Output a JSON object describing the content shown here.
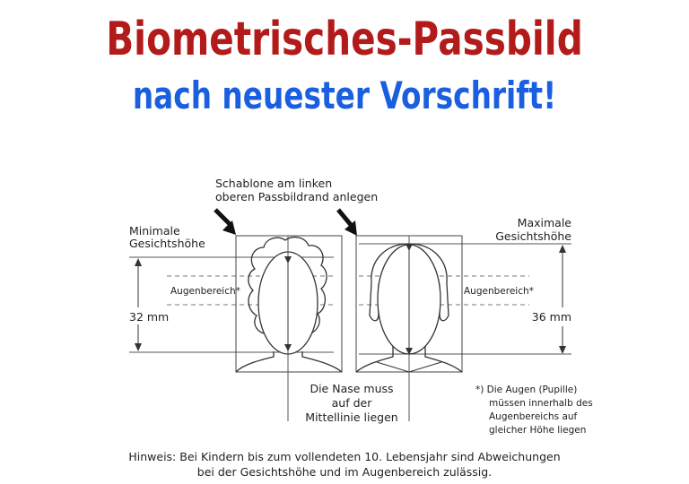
{
  "header": {
    "title": "Biometrisches-Passbild",
    "subtitle": "nach neuester Vorschrift!",
    "title_color": "#b31b1b",
    "subtitle_color": "#1a5fe0"
  },
  "diagram": {
    "template_note_line1": "Schablone am linken",
    "template_note_line2": "oberen Passbildrand anlegen",
    "min_label_line1": "Minimale",
    "min_label_line2": "Gesichtshöhe",
    "max_label_line1": "Maximale",
    "max_label_line2": "Gesichtshöhe",
    "eye_area_label_left": "Augenbereich*",
    "eye_area_label_right": "Augenbereich*",
    "min_height": "32 mm",
    "max_height": "36 mm",
    "nose_note_line1": "Die Nase muss",
    "nose_note_line2": "auf der",
    "nose_note_line3": "Mittellinie liegen",
    "eyes_note_line1": "*) Die Augen (Pupille)",
    "eyes_note_line2": "müssen innerhalb des",
    "eyes_note_line3": "Augenbereichs auf",
    "eyes_note_line4": "gleicher Höhe liegen",
    "line_color": "#333333",
    "dashed_color": "#777777"
  },
  "footer": {
    "hint_line1": "Hinweis: Bei Kindern bis zum vollendeten 10. Lebensjahr sind Abweichungen",
    "hint_line2": "bei der Gesichtshöhe und im Augenbereich zulässig."
  }
}
